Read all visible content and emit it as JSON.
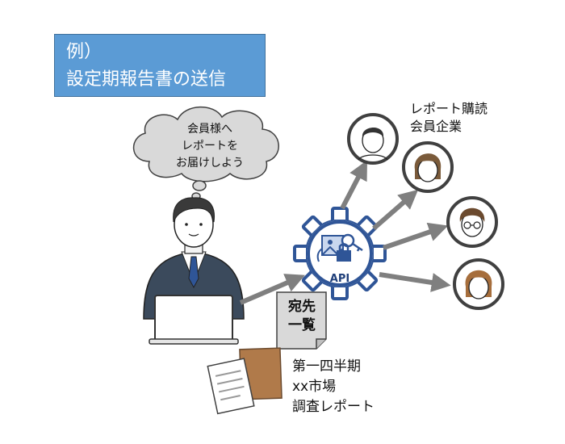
{
  "title": {
    "line1": "例）",
    "line2": "設定期報告書の送信"
  },
  "thought_bubble": {
    "line1": "会員様へ",
    "line2": "レポートを",
    "line3": "お届けしよう"
  },
  "members_label": {
    "line1": "レポート購読",
    "line2": "会員企業"
  },
  "api_label": "API",
  "address_list": {
    "line1": "宛先",
    "line2": "一覧"
  },
  "report_label": {
    "line1": "第一四半期",
    "line2": "xx市場",
    "line3": "調査レポート"
  },
  "colors": {
    "title_bg": "#5b9bd5",
    "api_gear": "#2f5597",
    "arrow": "#7f7f7f",
    "suit": "#3b4a5c"
  }
}
